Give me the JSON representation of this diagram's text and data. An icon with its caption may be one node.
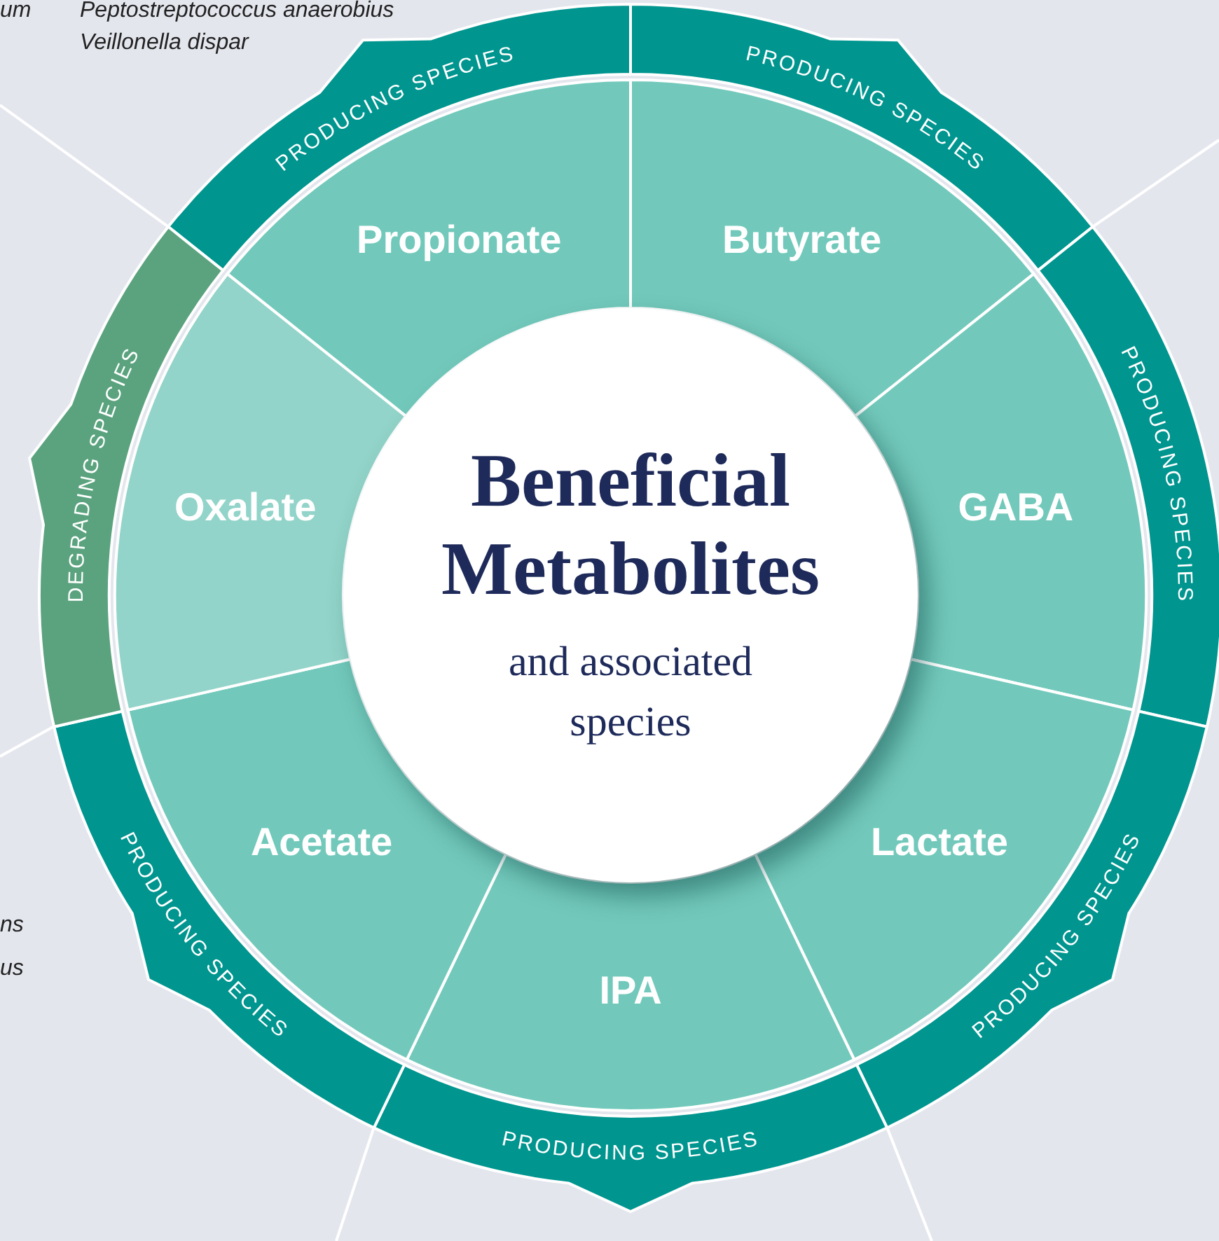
{
  "diagram": {
    "nodes": [
      {
        "text": [
          "Beneficial Metabolites",
          "and associated species"
        ]
      },
      {
        "text": [
          "Propionate"
        ]
      },
      {
        "text": [
          "Butyrate"
        ]
      },
      {
        "text": [
          "GABA"
        ]
      },
      {
        "text": [
          "Lactate"
        ]
      },
      {
        "text": [
          "IPA"
        ]
      },
      {
        "text": [
          "Acetate"
        ]
      },
      {
        "text": [
          "Oxalate"
        ]
      },
      {
        "text": [
          "PRODUCING SPECIES"
        ]
      },
      {
        "text": [
          "PRODUCING SPECIES"
        ]
      },
      {
        "text": [
          "PRODUCING SPECIES"
        ]
      },
      {
        "text": [
          "PRODUCING SPECIES"
        ]
      },
      {
        "text": [
          "PRODUCING SPECIES"
        ]
      },
      {
        "text": [
          "PRODUCING SPECIES"
        ]
      },
      {
        "text": [
          "DEGRADING SPECIES"
        ]
      }
    ],
    "edges": [
      {
        "from": 8,
        "to": null,
        "arrow": "none"
      },
      {
        "from": 9,
        "to": null,
        "arrow": "none"
      },
      {
        "from": 13,
        "to": null,
        "arrow": "none"
      },
      {
        "from": 12,
        "to": null,
        "arrow": "none"
      },
      {
        "from": 11,
        "to": null,
        "arrow": "none"
      }
    ],
    "labels": [
      "um",
      "Peptostreptococcus anaerobius",
      "Veillonella dispar",
      "ns",
      "us"
    ]
  }
}
